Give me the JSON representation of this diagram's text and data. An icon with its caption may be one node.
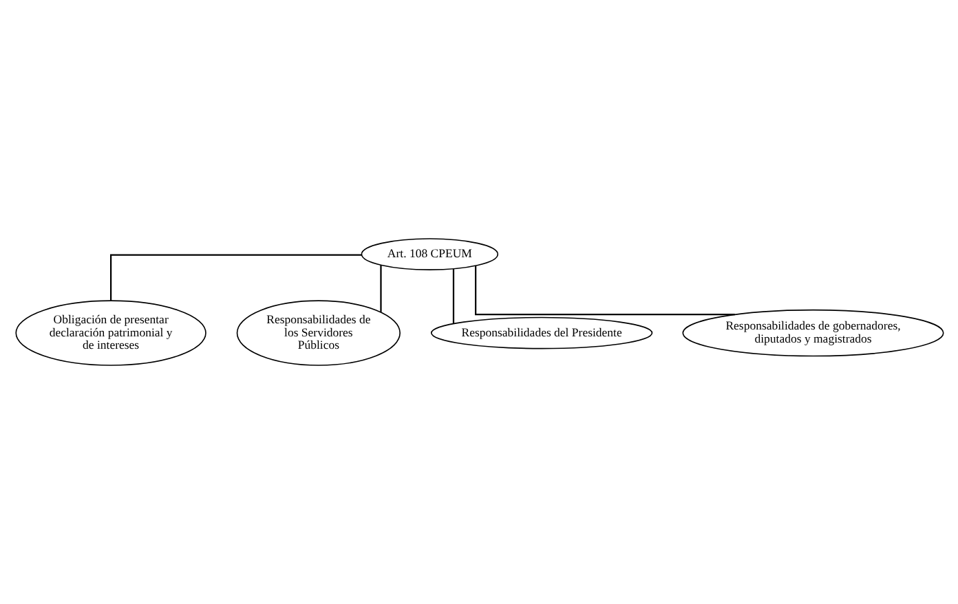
{
  "diagram": {
    "nodes": [
      {
        "text": [
          "Art. 108 CPEUM"
        ]
      },
      {
        "text": [
          "Obligación de presentar declaración patrimonial y de intereses"
        ]
      },
      {
        "text": [
          "Responsabilidades de los Servidores Públicos"
        ]
      },
      {
        "text": [
          "Responsabilidades del Presidente"
        ]
      },
      {
        "text": [
          "Responsabilidades de gobernadores, diputados y magistrados"
        ]
      }
    ],
    "edges": [
      {
        "from": 0,
        "to": 1,
        "arrow": "none"
      },
      {
        "from": 0,
        "to": 2,
        "arrow": "none"
      },
      {
        "from": 0,
        "to": 3,
        "arrow": "none"
      },
      {
        "from": 0,
        "to": 4,
        "arrow": "none"
      }
    ]
  }
}
